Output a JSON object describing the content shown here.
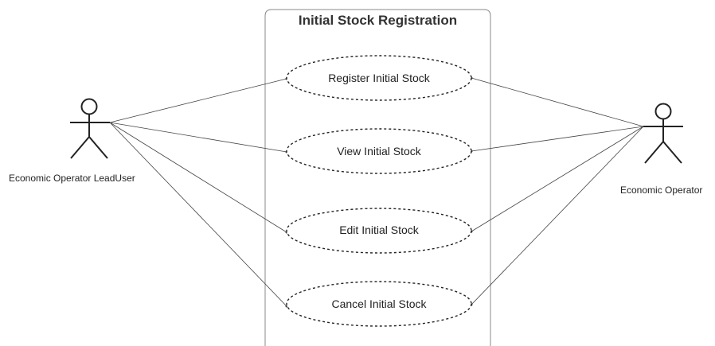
{
  "system": {
    "title": "Initial Stock Registration"
  },
  "actors": {
    "left": {
      "name": "Economic Operator LeadUser"
    },
    "right": {
      "name": "Economic Operator"
    }
  },
  "use_cases": [
    {
      "label": "Register Initial Stock"
    },
    {
      "label": "View Initial Stock"
    },
    {
      "label": "Edit Initial Stock"
    },
    {
      "label": "Cancel Initial Stock"
    }
  ],
  "colors": {
    "line": "#444444",
    "stroke": "#222222",
    "boundary": "#888888"
  }
}
